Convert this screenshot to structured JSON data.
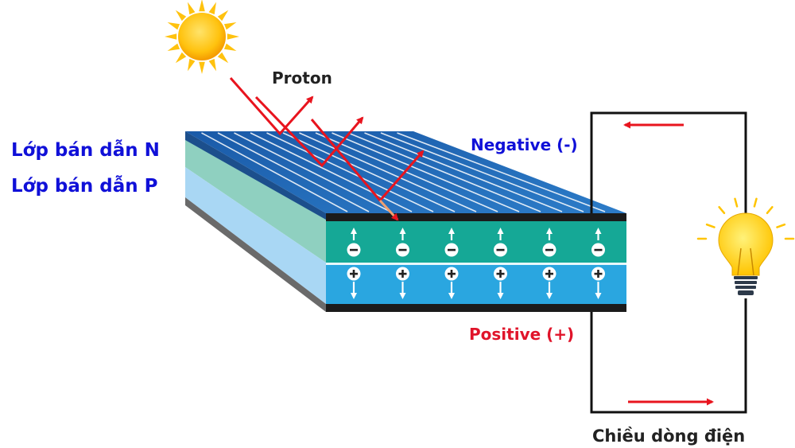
{
  "labels": {
    "n_layer": "Lớp bán dẫn N",
    "p_layer": "Lớp bán dẫn P",
    "proton": "Proton",
    "negative": "Negative (-)",
    "positive": "Positive (+)",
    "current_direction": "Chiều dòng điện"
  },
  "charges": {
    "electron_symbol": "−",
    "hole_symbol": "+",
    "count_per_row": 6
  },
  "colors": {
    "label_blue": "#1010d8",
    "label_red": "#e0142a",
    "arrow_red": "#e8141e",
    "n_layer_teal": "#15a896",
    "p_layer_blue": "#2aa6e0",
    "panel_top": "#1e62b0",
    "sun_yellow": "#ffc20e",
    "bulb_yellow": "#ffd21a",
    "wire": "#111111"
  },
  "icons": [
    "sun-icon",
    "light-bulb-icon"
  ]
}
